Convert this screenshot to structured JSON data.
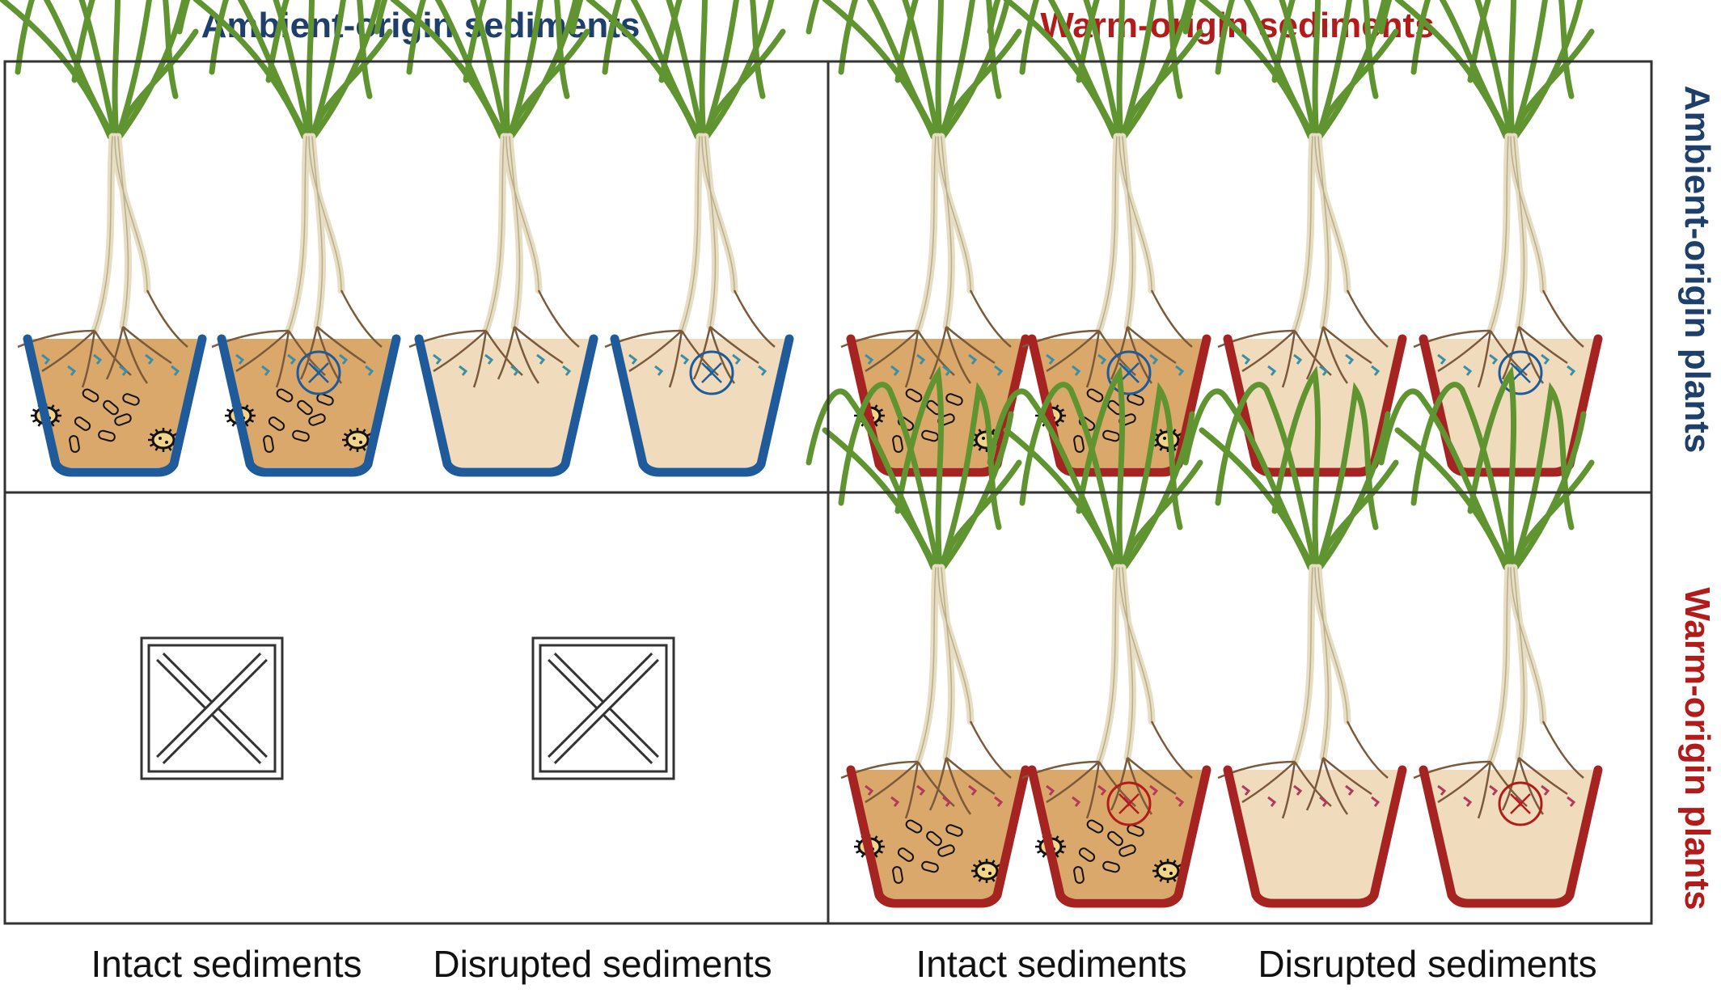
{
  "column_headers": {
    "ambient": "Ambient-origin sediments",
    "warm": "Warm-origin sediments"
  },
  "row_headers": {
    "ambient": "Ambient-origin plants",
    "warm": "Warm-origin plants"
  },
  "footer_labels": [
    "Intact sediments",
    "Disrupted sediments",
    "Intact sediments",
    "Disrupted sediments"
  ],
  "colors": {
    "ambient": "#1f3f6b",
    "warm": "#b31b1b",
    "pot_blue": "#1f5a9a",
    "pot_red": "#a52422",
    "soil_intact": "#d9a86a",
    "soil_disrupted": "#f0dcbc",
    "leaf": "#5f9430",
    "stem": "#e6ddc2",
    "root": "#7a5a3a",
    "frame": "#333333"
  },
  "cells": [
    {
      "row": "ambient-plants",
      "column": "ambient-sediments",
      "pots": [
        {
          "sediment": "intact",
          "microbes": true,
          "inhibitor": false,
          "pot_color": "blue",
          "root_tint": "blue"
        },
        {
          "sediment": "intact",
          "microbes": true,
          "inhibitor": true,
          "pot_color": "blue",
          "root_tint": "blue"
        },
        {
          "sediment": "disrupted",
          "microbes": false,
          "inhibitor": false,
          "pot_color": "blue",
          "root_tint": "blue"
        },
        {
          "sediment": "disrupted",
          "microbes": false,
          "inhibitor": true,
          "pot_color": "blue",
          "root_tint": "blue"
        }
      ]
    },
    {
      "row": "ambient-plants",
      "column": "warm-sediments",
      "pots": [
        {
          "sediment": "intact",
          "microbes": true,
          "inhibitor": false,
          "pot_color": "red",
          "root_tint": "blue"
        },
        {
          "sediment": "intact",
          "microbes": true,
          "inhibitor": true,
          "pot_color": "red",
          "root_tint": "blue"
        },
        {
          "sediment": "disrupted",
          "microbes": false,
          "inhibitor": false,
          "pot_color": "red",
          "root_tint": "blue"
        },
        {
          "sediment": "disrupted",
          "microbes": false,
          "inhibitor": true,
          "pot_color": "red",
          "root_tint": "blue"
        }
      ]
    },
    {
      "row": "warm-plants",
      "column": "ambient-sediments",
      "not_tested": true,
      "pots": []
    },
    {
      "row": "warm-plants",
      "column": "warm-sediments",
      "pots": [
        {
          "sediment": "intact",
          "microbes": true,
          "inhibitor": false,
          "pot_color": "red",
          "root_tint": "red"
        },
        {
          "sediment": "intact",
          "microbes": true,
          "inhibitor": true,
          "pot_color": "red",
          "root_tint": "red"
        },
        {
          "sediment": "disrupted",
          "microbes": false,
          "inhibitor": false,
          "pot_color": "red",
          "root_tint": "red"
        },
        {
          "sediment": "disrupted",
          "microbes": false,
          "inhibitor": true,
          "pot_color": "red",
          "root_tint": "red"
        }
      ]
    }
  ]
}
